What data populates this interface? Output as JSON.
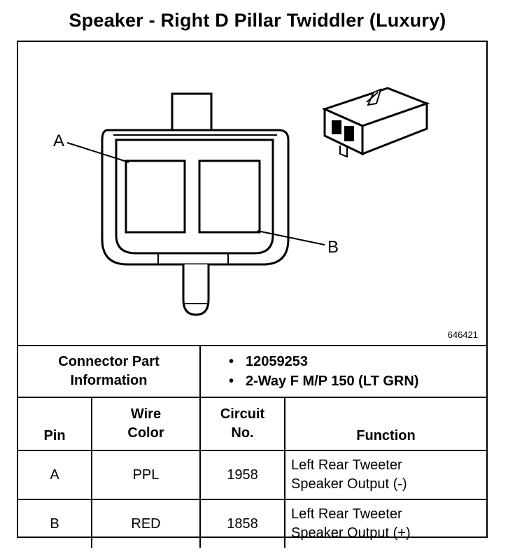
{
  "title": "Speaker - Right D Pillar Twiddler (Luxury)",
  "figure": {
    "id_number": "646421",
    "callouts": [
      "A",
      "B"
    ]
  },
  "connector_info": {
    "label_line1": "Connector Part",
    "label_line2": "Information",
    "bullets": [
      "12059253",
      "2-Way F M/P 150 (LT GRN)"
    ]
  },
  "table": {
    "headers": {
      "pin": "Pin",
      "wire_color_1": "Wire",
      "wire_color_2": "Color",
      "circuit_1": "Circuit",
      "circuit_2": "No.",
      "function": "Function"
    },
    "rows": [
      {
        "pin": "A",
        "wire_color": "PPL",
        "circuit": "1958",
        "function_1": "Left Rear Tweeter",
        "function_2": "Speaker Output (-)"
      },
      {
        "pin": "B",
        "wire_color": "RED",
        "circuit": "1858",
        "function_1": "Left Rear Tweeter",
        "function_2": "Speaker Output (+)"
      }
    ]
  }
}
